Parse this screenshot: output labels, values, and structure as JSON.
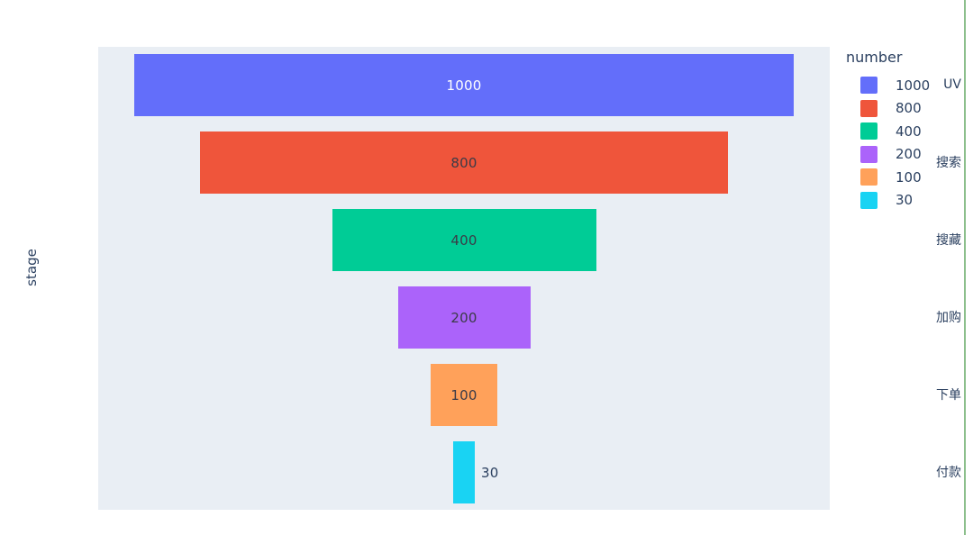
{
  "chart_data": {
    "type": "bar",
    "orientation": "funnel",
    "title": "",
    "xlabel": "",
    "ylabel": "stage",
    "categories": [
      "UV",
      "搜索",
      "搜藏",
      "加购",
      "下单",
      "付款"
    ],
    "values": [
      1000,
      800,
      400,
      200,
      100,
      30
    ],
    "value_labels": [
      "1000",
      "800",
      "400",
      "200",
      "100",
      "30"
    ],
    "colors": [
      "#636efa",
      "#ef553b",
      "#00cc96",
      "#ab63fa",
      "#ffa15a",
      "#19d3f3"
    ],
    "label_placement": [
      "inside",
      "inside",
      "inside",
      "inside",
      "inside",
      "outside"
    ],
    "xlim": [
      -1000,
      1000
    ],
    "grid": false,
    "legend_position": "right",
    "plot_bgcolor": "#e9eef4",
    "paper_bgcolor": "#ffffff"
  },
  "axis": {
    "y_title": "stage",
    "ticks": [
      "UV",
      "搜索",
      "搜藏",
      "加购",
      "下单",
      "付款"
    ]
  },
  "legend": {
    "title": "number",
    "items": [
      {
        "label": "1000",
        "color": "#636efa"
      },
      {
        "label": "800",
        "color": "#ef553b"
      },
      {
        "label": "400",
        "color": "#00cc96"
      },
      {
        "label": "200",
        "color": "#ab63fa"
      },
      {
        "label": "100",
        "color": "#ffa15a"
      },
      {
        "label": "30",
        "color": "#19d3f3"
      }
    ]
  }
}
